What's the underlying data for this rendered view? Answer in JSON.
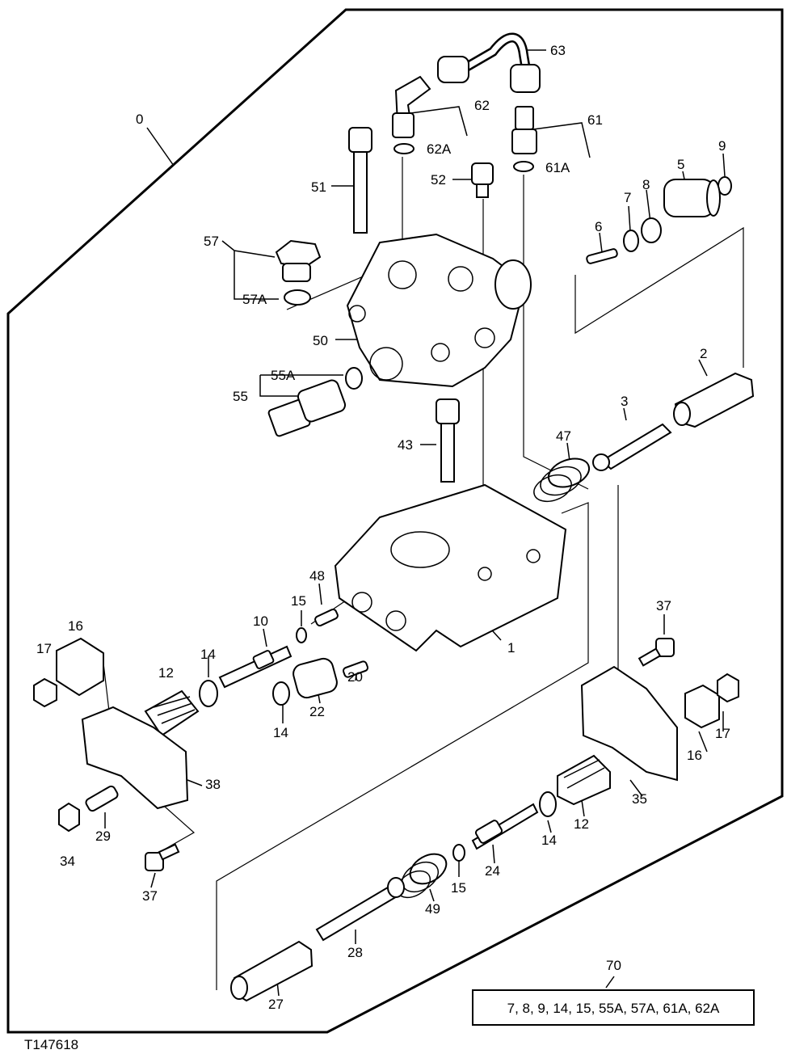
{
  "figure_id": "T147618",
  "kit": {
    "label": "70",
    "contents": "7, 8, 9, 14, 15, 55A, 57A, 61A, 62A"
  },
  "callouts": {
    "c0": "0",
    "c63": "63",
    "c62": "62",
    "c62A": "62A",
    "c61": "61",
    "c61A": "61A",
    "c9": "9",
    "c5": "5",
    "c8": "8",
    "c7": "7",
    "c6": "6",
    "c51": "51",
    "c52": "52",
    "c57": "57",
    "c57A": "57A",
    "c50": "50",
    "c55A": "55A",
    "c55": "55",
    "c2": "2",
    "c3": "3",
    "c47": "47",
    "c43": "43",
    "c48": "48",
    "c15a": "15",
    "c10": "10",
    "c1": "1",
    "c16a": "16",
    "c17a": "17",
    "c12a": "12",
    "c14a": "14",
    "c20": "20",
    "c14b": "14",
    "c22": "22",
    "c38": "38",
    "c29": "29",
    "c34": "34",
    "c37a": "37",
    "c37b": "37",
    "c16b": "16",
    "c17b": "17",
    "c35": "35",
    "c12b": "12",
    "c14c": "14",
    "c24": "24",
    "c15b": "15",
    "c49": "49",
    "c28": "28",
    "c27": "27"
  }
}
